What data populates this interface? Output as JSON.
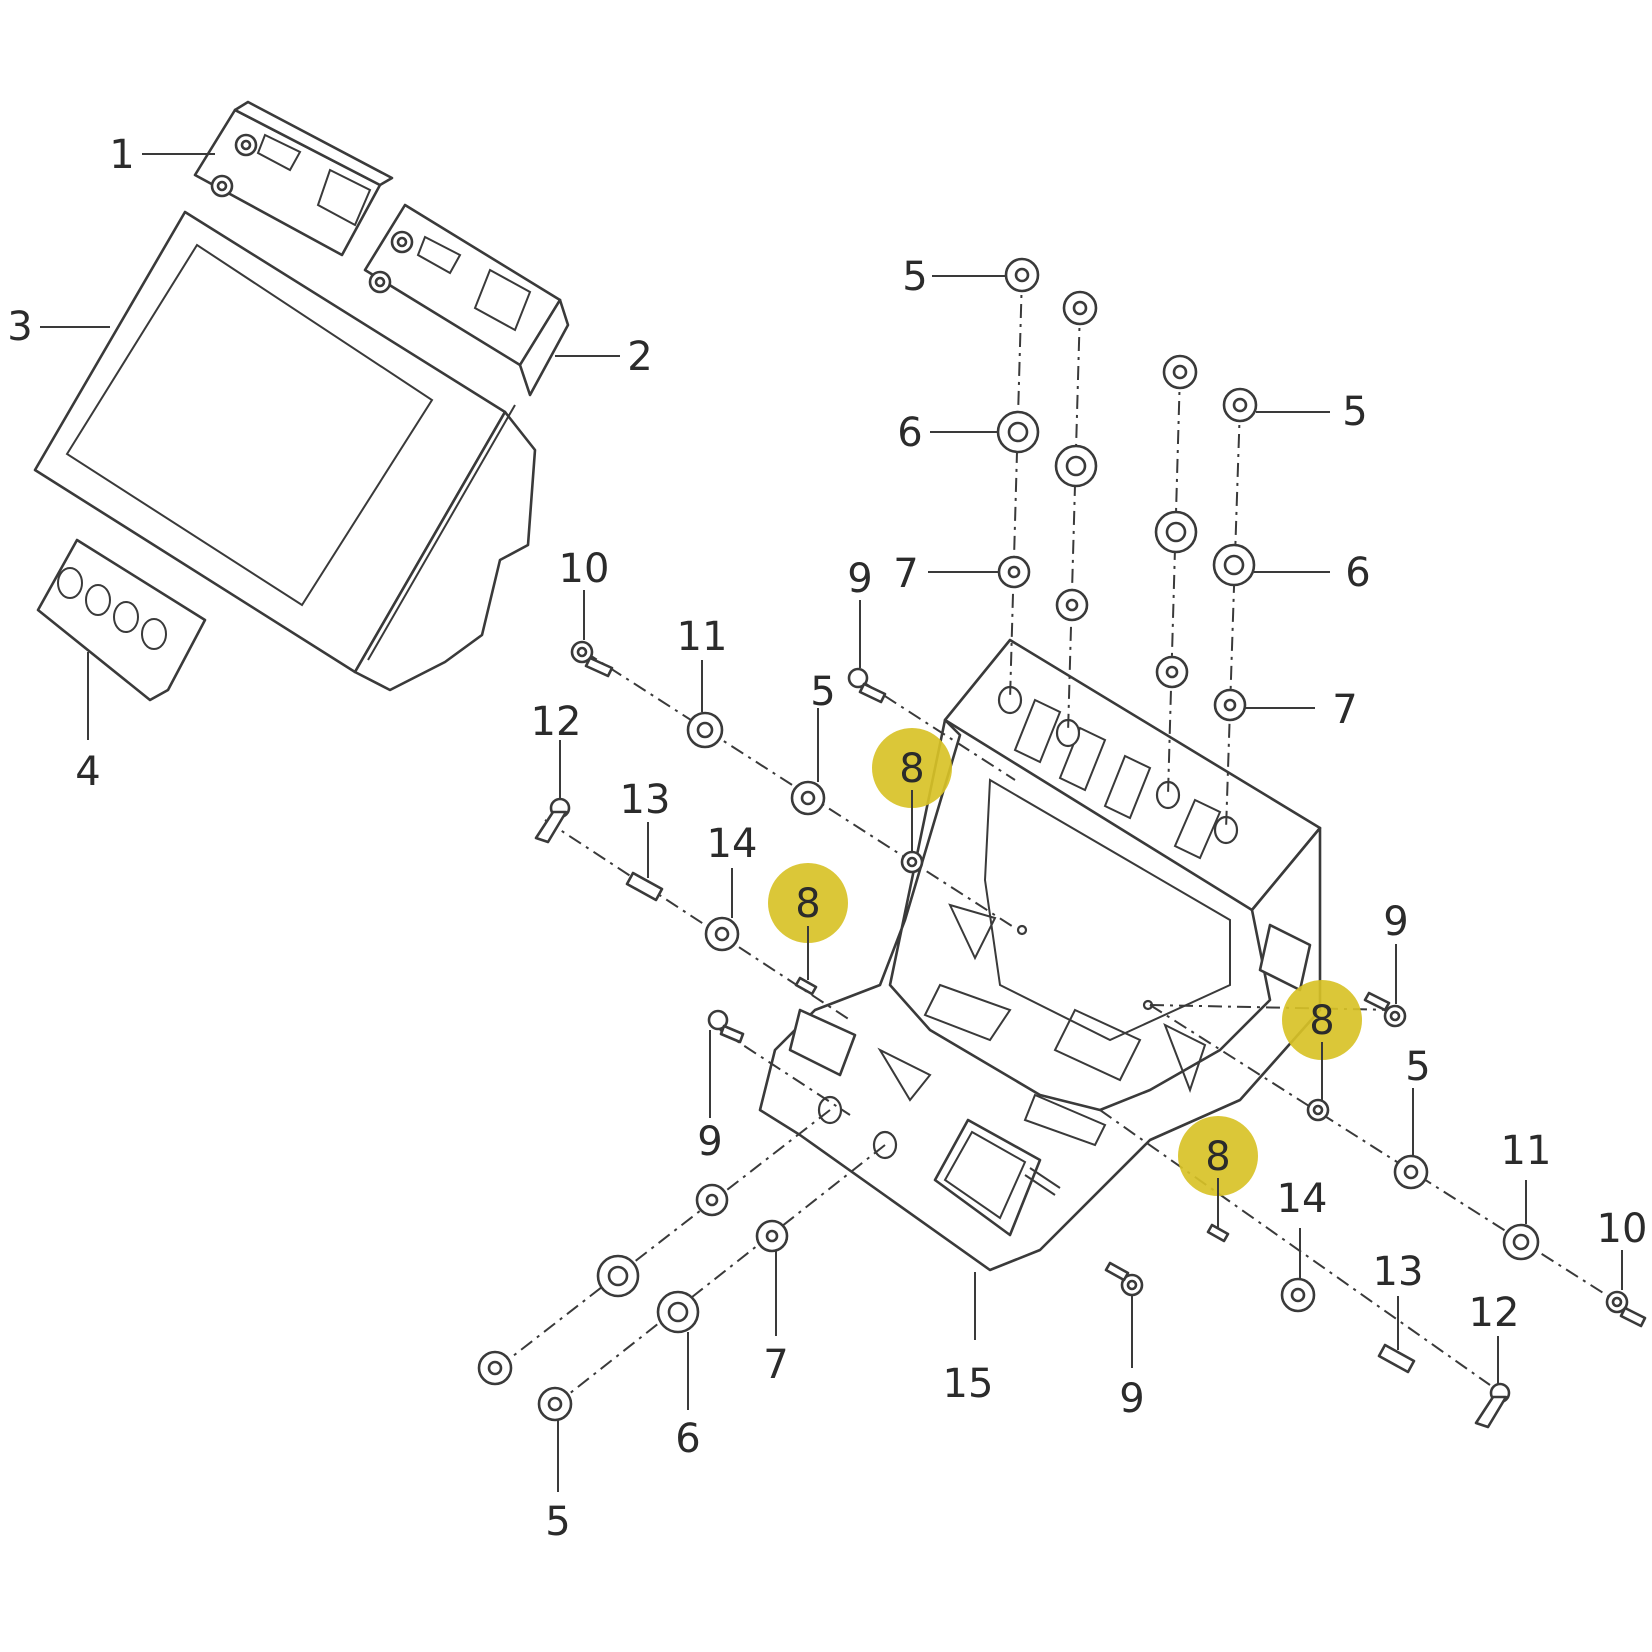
{
  "colors": {
    "line": "#3a3a3a",
    "label": "#2b2b2b",
    "highlight": "#d8c227",
    "background": "#ffffff"
  },
  "callouts": [
    {
      "id": "c1",
      "text": "1"
    },
    {
      "id": "c2",
      "text": "2"
    },
    {
      "id": "c3",
      "text": "3"
    },
    {
      "id": "c4",
      "text": "4"
    },
    {
      "id": "c5a",
      "text": "5"
    },
    {
      "id": "c5b",
      "text": "5"
    },
    {
      "id": "c5c",
      "text": "5"
    },
    {
      "id": "c5d",
      "text": "5"
    },
    {
      "id": "c5e",
      "text": "5"
    },
    {
      "id": "c6a",
      "text": "6"
    },
    {
      "id": "c6b",
      "text": "6"
    },
    {
      "id": "c6c",
      "text": "6"
    },
    {
      "id": "c7a",
      "text": "7"
    },
    {
      "id": "c7b",
      "text": "7"
    },
    {
      "id": "c7c",
      "text": "7"
    },
    {
      "id": "c8a",
      "text": "8",
      "highlighted": true
    },
    {
      "id": "c8b",
      "text": "8",
      "highlighted": true
    },
    {
      "id": "c8c",
      "text": "8",
      "highlighted": true
    },
    {
      "id": "c8d",
      "text": "8",
      "highlighted": true
    },
    {
      "id": "c9a",
      "text": "9"
    },
    {
      "id": "c9b",
      "text": "9"
    },
    {
      "id": "c9c",
      "text": "9"
    },
    {
      "id": "c9d",
      "text": "9"
    },
    {
      "id": "c10a",
      "text": "10"
    },
    {
      "id": "c10b",
      "text": "10"
    },
    {
      "id": "c11a",
      "text": "11"
    },
    {
      "id": "c11b",
      "text": "11"
    },
    {
      "id": "c12a",
      "text": "12"
    },
    {
      "id": "c12b",
      "text": "12"
    },
    {
      "id": "c13a",
      "text": "13"
    },
    {
      "id": "c13b",
      "text": "13"
    },
    {
      "id": "c14a",
      "text": "14"
    },
    {
      "id": "c14b",
      "text": "14"
    },
    {
      "id": "c15",
      "text": "15"
    }
  ]
}
